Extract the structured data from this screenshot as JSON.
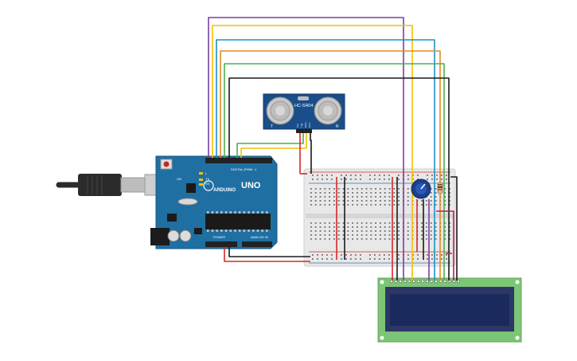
{
  "colors": {
    "background": "#ffffff",
    "board": "#1f6fa3",
    "board_dark": "#17557f",
    "header": "#222222",
    "breadboard": "#e6e6e6",
    "breadboard_hole": "#6e6e6e",
    "rail_red": "#d32f2f",
    "rail_blue": "#3a6fb5",
    "sensor_pcb": "#1a4e8a",
    "sensor_can": "#c9c9c9",
    "lcd_pcb": "#7cc576",
    "lcd_screen": "#1b2a5c",
    "wire_purple": "#7b3fa0",
    "wire_yellow": "#f2c200",
    "wire_cyan": "#1e90c8",
    "wire_orange": "#e58a1f",
    "wire_green": "#4caf50",
    "wire_black": "#1a1a1a",
    "wire_red": "#d62828",
    "wire_magenta": "#c2185b",
    "usb_cable": "#2b2b2b",
    "usb_plug": "#bdbdbd"
  },
  "arduino": {
    "brand": "ARDUINO",
    "model": "UNO",
    "digital_label": "DIGITAL (PWM ~)",
    "power_label": "POWER",
    "analog_label": "ANALOG IN",
    "tx_label": "TX",
    "rx_label": "RX",
    "l_label": "L",
    "on_label": "ON"
  },
  "sensor": {
    "model": "HC-SR04",
    "left_mark": "T",
    "right_mark": "R",
    "pins": [
      "Vcc",
      "Trig",
      "Echo",
      "Gnd"
    ]
  },
  "icons": {
    "usb_cable": "usb-cable-icon",
    "potentiometer": "potentiometer-icon",
    "resistor": "resistor-icon",
    "reset_button": "reset-button-icon"
  }
}
